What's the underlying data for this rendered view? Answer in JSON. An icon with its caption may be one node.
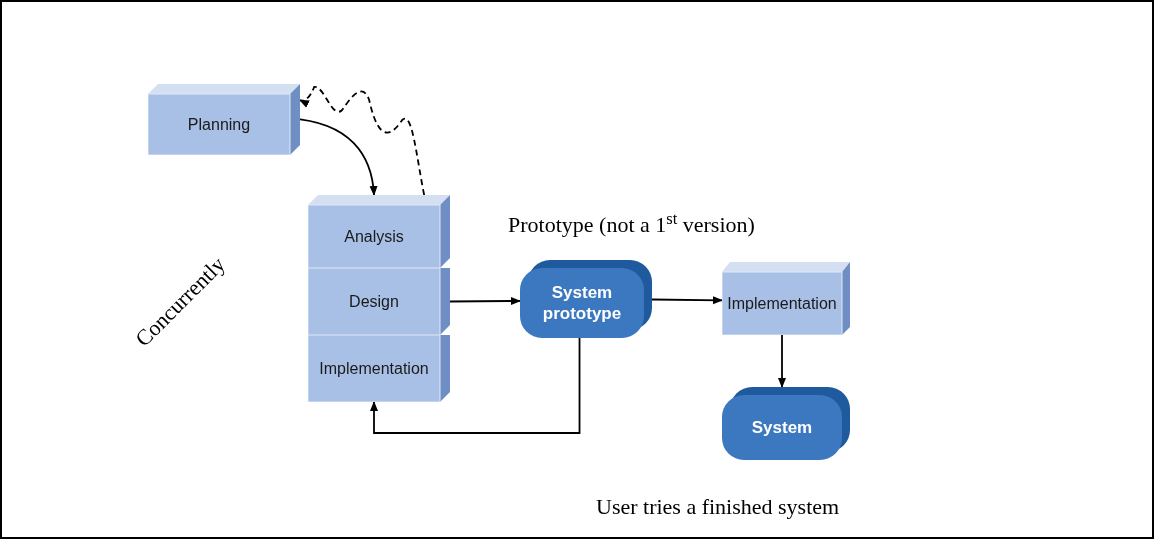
{
  "diagram": {
    "nodes": [
      {
        "text": [
          "Planning"
        ]
      },
      {
        "text": [
          "Analysis"
        ]
      },
      {
        "text": [
          "Design"
        ]
      },
      {
        "text": [
          "Implementation"
        ]
      },
      {
        "text": [
          "System prototype"
        ]
      },
      {
        "text": [
          "Implementation"
        ]
      },
      {
        "text": [
          "System"
        ]
      }
    ],
    "edges": [
      {
        "from": 0,
        "to": 1,
        "arrow": "to"
      },
      {
        "from": 1,
        "to": 0,
        "arrow": "to",
        "style": "dashed"
      },
      {
        "from": 2,
        "to": 4,
        "arrow": "to"
      },
      {
        "from": 4,
        "to": 3,
        "arrow": "to"
      },
      {
        "from": 4,
        "to": 5,
        "arrow": "to"
      },
      {
        "from": 5,
        "to": 6,
        "arrow": "to"
      }
    ],
    "labels": [
      "Concurrently",
      "Prototype (not a 1$^{st}$ version)",
      "User tries a finished system"
    ]
  }
}
